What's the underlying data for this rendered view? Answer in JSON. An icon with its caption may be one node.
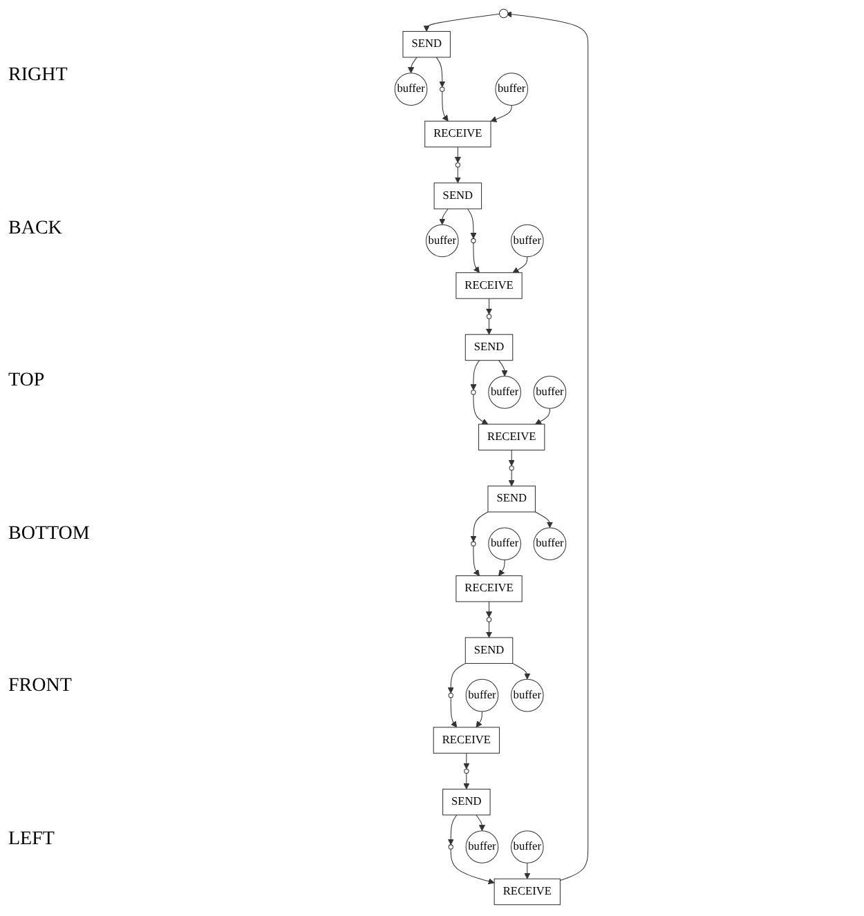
{
  "diagram": {
    "nodes": [
      {
        "text": [],
        "shape": "circle"
      },
      {
        "text": [
          "RECEIVE"
        ]
      },
      {
        "text": [],
        "shape": "circle"
      },
      {
        "text": [
          "buffer"
        ]
      },
      {
        "text": [
          "buffer"
        ]
      },
      {
        "text": [
          "SEND"
        ]
      },
      {
        "text": [
          "SEND"
        ]
      },
      {
        "text": [
          "buffer"
        ]
      },
      {
        "text": [],
        "shape": "circle"
      },
      {
        "text": [
          "buffer"
        ]
      },
      {
        "text": [],
        "shape": "circle"
      },
      {
        "text": [
          "RECEIVE"
        ]
      },
      {
        "text": [
          "RECEIVE"
        ]
      },
      {
        "text": [],
        "shape": "circle"
      },
      {
        "text": [],
        "shape": "circle"
      },
      {
        "text": [
          "buffer"
        ]
      },
      {
        "text": [
          "buffer"
        ]
      },
      {
        "text": [
          "SEND"
        ]
      },
      {
        "text": [
          "SEND"
        ]
      },
      {
        "text": [
          "buffer"
        ]
      },
      {
        "text": [],
        "shape": "circle"
      },
      {
        "text": [
          "buffer"
        ]
      },
      {
        "text": [],
        "shape": "circle"
      },
      {
        "text": [
          "RECEIVE"
        ]
      },
      {
        "text": [
          "RECEIVE"
        ]
      },
      {
        "text": [],
        "shape": "circle"
      },
      {
        "text": [],
        "shape": "circle"
      },
      {
        "text": [
          "buffer"
        ]
      },
      {
        "text": [
          "buffer"
        ]
      },
      {
        "text": [
          "SEND"
        ]
      },
      {
        "text": [
          "SEND"
        ]
      },
      {
        "text": [
          "buffer"
        ]
      },
      {
        "text": [
          "RECEIVE"
        ]
      },
      {
        "text": [
          "buffer"
        ]
      },
      {
        "text": [],
        "shape": "circle"
      },
      {
        "text": [],
        "shape": "circle"
      }
    ],
    "edges": [
      {
        "from": 0,
        "to": 5,
        "arrow": "to"
      },
      {
        "from": 5,
        "to": 7,
        "arrow": "to"
      },
      {
        "from": 5,
        "to": 8,
        "arrow": "to"
      },
      {
        "from": 8,
        "to": 11,
        "arrow": "to"
      },
      {
        "from": 9,
        "to": 11,
        "arrow": "to"
      },
      {
        "from": 11,
        "to": 13,
        "arrow": "to"
      },
      {
        "from": 13,
        "to": 17,
        "arrow": "to"
      },
      {
        "from": 17,
        "to": 19,
        "arrow": "to"
      },
      {
        "from": 17,
        "to": 20,
        "arrow": "to"
      },
      {
        "from": 20,
        "to": 23,
        "arrow": "to"
      },
      {
        "from": 21,
        "to": 23,
        "arrow": "to"
      },
      {
        "from": 23,
        "to": 25,
        "arrow": "to"
      },
      {
        "from": 25,
        "to": 29,
        "arrow": "to"
      },
      {
        "from": 29,
        "to": 33,
        "arrow": "to"
      },
      {
        "from": 29,
        "to": 34,
        "arrow": "to"
      },
      {
        "from": 34,
        "to": 32,
        "arrow": "to"
      },
      {
        "from": 31,
        "to": 32,
        "arrow": "to"
      },
      {
        "from": 32,
        "to": 35,
        "arrow": "to"
      },
      {
        "from": 35,
        "to": 30,
        "arrow": "to"
      },
      {
        "from": 30,
        "to": 26,
        "arrow": "to"
      },
      {
        "from": 30,
        "to": 28,
        "arrow": "to"
      },
      {
        "from": 26,
        "to": 24,
        "arrow": "to"
      },
      {
        "from": 27,
        "to": 24,
        "arrow": "to"
      },
      {
        "from": 24,
        "to": 22,
        "arrow": "to"
      },
      {
        "from": 22,
        "to": 18,
        "arrow": "to"
      },
      {
        "from": 18,
        "to": 16,
        "arrow": "to"
      },
      {
        "from": 18,
        "to": 14,
        "arrow": "to"
      },
      {
        "from": 14,
        "to": 12,
        "arrow": "to"
      },
      {
        "from": 15,
        "to": 12,
        "arrow": "to"
      },
      {
        "from": 12,
        "to": 10,
        "arrow": "to"
      },
      {
        "from": 10,
        "to": 6,
        "arrow": "to"
      },
      {
        "from": 6,
        "to": 2,
        "arrow": "to"
      },
      {
        "from": 6,
        "to": 3,
        "arrow": "to"
      },
      {
        "from": 2,
        "to": 1,
        "arrow": "to"
      },
      {
        "from": 4,
        "to": 1,
        "arrow": "to"
      },
      {
        "from": 1,
        "to": 0,
        "arrow": "to"
      }
    ],
    "labels": [
      "RIGHT",
      "BACK",
      "TOP",
      "BOTTOM",
      "FRONT",
      "LEFT"
    ]
  }
}
